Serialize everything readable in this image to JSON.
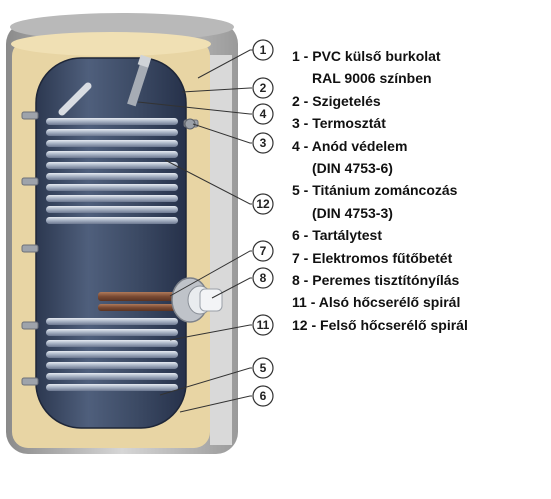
{
  "callouts": [
    "1",
    "2",
    "4",
    "3",
    "12",
    "7",
    "8",
    "11",
    "5",
    "6"
  ],
  "legend": [
    {
      "line1": "1 - PVC külső burkolat",
      "line2": "RAL 9006 színben"
    },
    {
      "line1": "2 - Szigetelés"
    },
    {
      "line1": "3 - Termosztát"
    },
    {
      "line1": "4 - Anód védelem",
      "line2": "(DIN 4753-6)"
    },
    {
      "line1": "5 - Titánium zománcozás",
      "line2": "(DIN 4753-3)"
    },
    {
      "line1": "6 - Tartálytest"
    },
    {
      "line1": "7 - Elektromos fűtőbetét"
    },
    {
      "line1": "8 - Peremes tisztítónyílás"
    },
    {
      "line1": "11 - Alsó hőcserélő spirál"
    },
    {
      "line1": "12 - Felső hőcserélő spirál"
    }
  ],
  "colors": {
    "insulation": "#e8d5a4",
    "casing": "#c9c9c9",
    "tank": "#3c4a63",
    "coil": "#b7c1d1"
  }
}
